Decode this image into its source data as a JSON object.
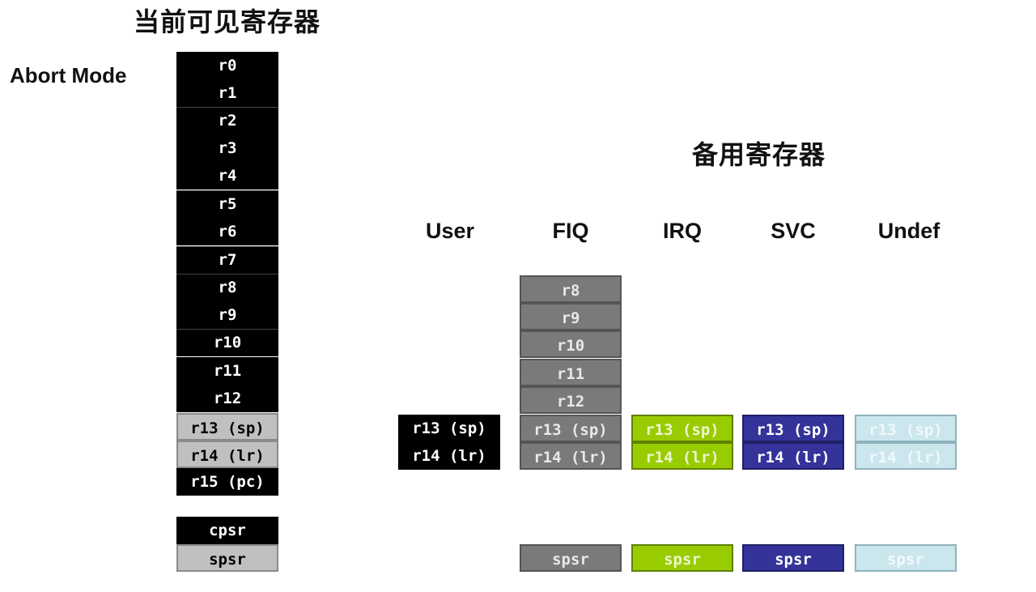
{
  "titles": {
    "current": "当前可见寄存器",
    "banked": "备用寄存器"
  },
  "mode_label": "Abort Mode",
  "current_registers": [
    "r0",
    "r1",
    "r2",
    "r3",
    "r4",
    "r5",
    "r6",
    "r7",
    "r8",
    "r9",
    "r10",
    "r11",
    "r12",
    "r13 (sp)",
    "r14 (lr)",
    "r15 (pc)"
  ],
  "status_registers": [
    "cpsr",
    "spsr"
  ],
  "banked_columns": [
    {
      "name": "User",
      "registers": [
        "r13 (sp)",
        "r14 (lr)"
      ],
      "spsr": ""
    },
    {
      "name": "FIQ",
      "registers": [
        "r8",
        "r9",
        "r10",
        "r11",
        "r12",
        "r13 (sp)",
        "r14 (lr)"
      ],
      "spsr": "spsr"
    },
    {
      "name": "IRQ",
      "registers": [
        "r13 (sp)",
        "r14 (lr)"
      ],
      "spsr": "spsr"
    },
    {
      "name": "SVC",
      "registers": [
        "r13 (sp)",
        "r14 (lr)"
      ],
      "spsr": "spsr"
    },
    {
      "name": "Undef",
      "registers": [
        "r13 (sp)",
        "r14 (lr)"
      ],
      "spsr": "spsr"
    }
  ],
  "colors": {
    "User": "#000000",
    "FIQ": "#7a7a7a",
    "IRQ": "#99cc00",
    "SVC": "#333399",
    "Undef": "#cce6ee",
    "current_banked": "#c0c0c0"
  }
}
